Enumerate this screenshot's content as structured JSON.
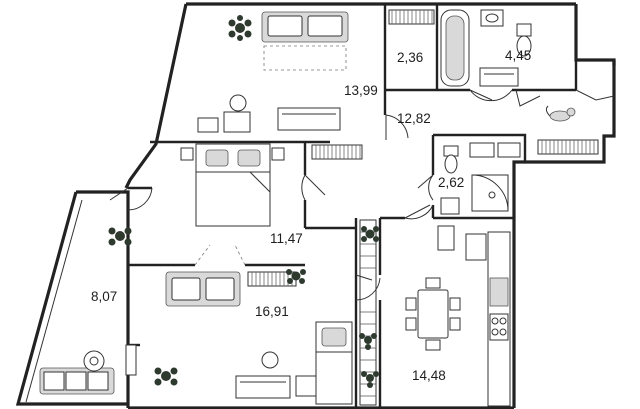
{
  "rooms": [
    {
      "id": "living-top",
      "area": "13,99"
    },
    {
      "id": "bath",
      "area": "2,36"
    },
    {
      "id": "wc-top",
      "area": "4,45"
    },
    {
      "id": "hall",
      "area": "12,82"
    },
    {
      "id": "wc-small",
      "area": "2,62"
    },
    {
      "id": "bedroom",
      "area": "11,47"
    },
    {
      "id": "loggia",
      "area": "8,07"
    },
    {
      "id": "living-bottom",
      "area": "16,91"
    },
    {
      "id": "kitchen",
      "area": "14,48"
    }
  ],
  "colors": {
    "wall": "#222222",
    "furniture_fill": "#d9d9d9",
    "plant": "#2f3a2f",
    "background": "#ffffff"
  },
  "icons": [
    "plant-icon",
    "cooking-pot-icon",
    "cat-icon",
    "bed-icon",
    "sofa-icon",
    "bathtub-icon",
    "toilet-icon",
    "sink-icon",
    "shower-icon",
    "stove-icon",
    "dining-table-icon",
    "washing-machine-icon"
  ]
}
